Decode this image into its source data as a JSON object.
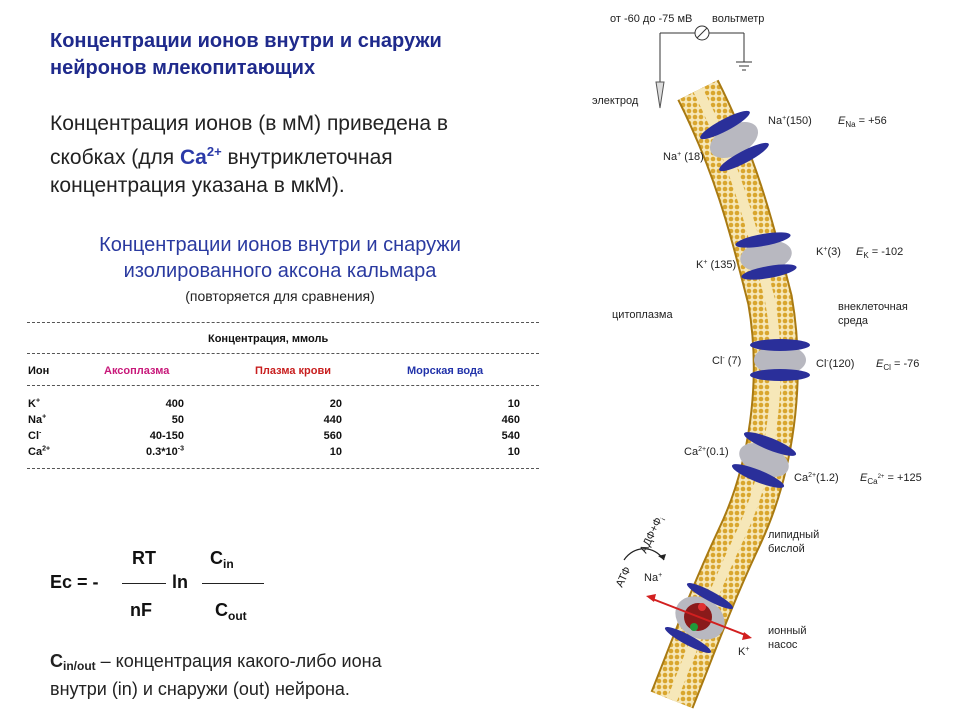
{
  "heading": {
    "line1": "Концентрации ионов внутри и снаружи",
    "line2": "нейронов млекопитающих"
  },
  "note": {
    "line1": "Концентрация ионов (в мМ) приведена в",
    "line2_pre": "скобках (для ",
    "line2_ion": "Ca",
    "line2_ion_sup": "2+",
    "line2_post": " внутриклеточная",
    "line3": "концентрация указана в мкМ)."
  },
  "table": {
    "title_line1": "Концентрации ионов внутри и снаружи",
    "title_line2": "изолированного аксона кальмара",
    "subtitle": "(повторяется для сравнения)",
    "group_header": "Концентрация, ммоль",
    "headers": [
      "Ион",
      "Аксоплазма",
      "Плазма крови",
      "Морская вода"
    ],
    "header_colors": [
      "#111111",
      "#c8197a",
      "#c81e1e",
      "#2233aa"
    ],
    "rows": [
      {
        "ion": "K",
        "sup": "+",
        "axo": "400",
        "axo_sup": "",
        "blood": "20",
        "sea": "10"
      },
      {
        "ion": "Na",
        "sup": "+",
        "axo": "50",
        "axo_sup": "",
        "blood": "440",
        "sea": "460"
      },
      {
        "ion": "Cl",
        "sup": "-",
        "axo": "40-150",
        "axo_sup": "",
        "blood": "560",
        "sea": "540"
      },
      {
        "ion": "Ca",
        "sup": "2+",
        "axo": "0.3*10",
        "axo_sup": "-3",
        "blood": "10",
        "sea": "10"
      }
    ]
  },
  "formula": {
    "lhs": "Ec = -",
    "num1": "RT",
    "den1": "nF",
    "ln": "ln",
    "num2": "C",
    "num2_sub": "in",
    "den2": "C",
    "den2_sub": "out"
  },
  "legend": {
    "sym": "C",
    "sym_sub": "in/out",
    "text1": " – концентрация какого-либо иона",
    "text2": "внутри (in) и снаружи (out) нейрона."
  },
  "diagram": {
    "voltage": "от -60 до -75 мВ",
    "voltmeter": "вольтметр",
    "electrode": "электрод",
    "cytoplasm": "цитоплазма",
    "extracellular_line1": "внеклеточная",
    "extracellular_line2": "среда",
    "lipid_line1": "липидный",
    "lipid_line2": "бислой",
    "pump_line1": "ионный",
    "pump_line2": "насос",
    "atp": "АТФ",
    "adp": "АДФ+Ф",
    "adp_sub": "i",
    "pump_na": "Na",
    "pump_na_sup": "+",
    "pump_k": "K",
    "pump_k_sup": "+",
    "channels": [
      {
        "in_ion": "Na",
        "in_sup": "+",
        "in_val": " (18)",
        "out_ion": "Na",
        "out_sup": "+",
        "out_val": "(150)",
        "e_sym": "E",
        "e_sub": "Na",
        "e_val": " = +56"
      },
      {
        "in_ion": "K",
        "in_sup": "+",
        "in_val": " (135)",
        "out_ion": "K",
        "out_sup": "+",
        "out_val": "(3)",
        "e_sym": "E",
        "e_sub": "K",
        "e_val": " = -102"
      },
      {
        "in_ion": "Cl",
        "in_sup": "-",
        "in_val": " (7)",
        "out_ion": "Cl",
        "out_sup": "-",
        "out_val": "(120)",
        "e_sym": "E",
        "e_sub": "Cl",
        "e_val": " = -76"
      },
      {
        "in_ion": "Ca",
        "in_sup": "2+",
        "in_val": "(0.1)",
        "out_ion": "Ca",
        "out_sup": "2+",
        "out_val": "(1.2)",
        "e_sym": "E",
        "e_sub": "Ca",
        "e_sub_sup": "2+",
        "e_val": " = +125"
      }
    ],
    "colors": {
      "membrane": "#d9a62e",
      "channel": "#2a2f9a",
      "channel_core": "#b8b8c0",
      "pump": "#8a1a1a",
      "arrow": "#d21f1f"
    }
  }
}
